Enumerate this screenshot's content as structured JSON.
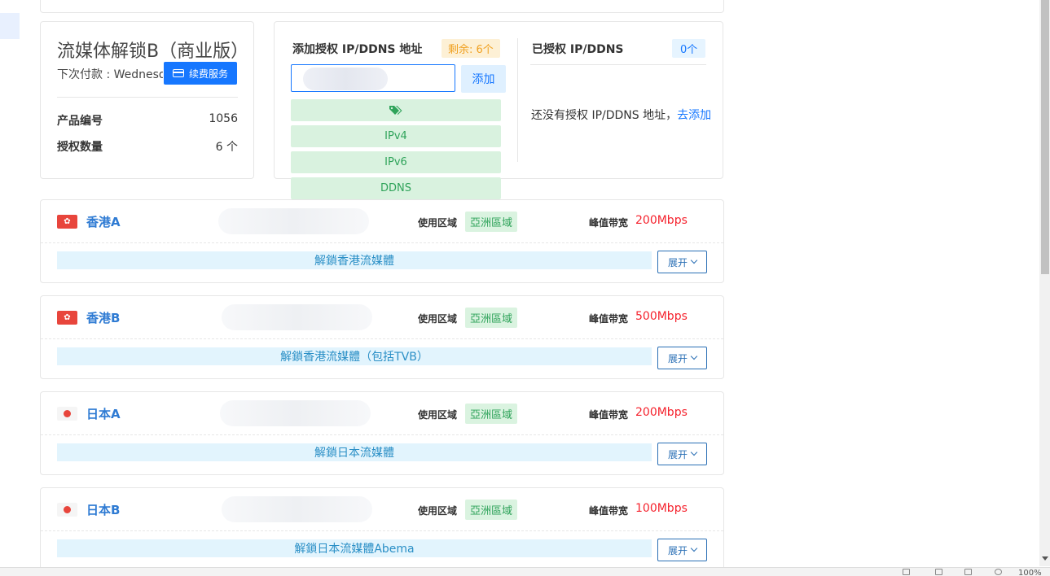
{
  "product": {
    "title": "流媒体解锁B（商业版）",
    "next_payment": "下次付款 : Wednesday",
    "renew_label": "续费服务",
    "rows": [
      {
        "label": "产品编号",
        "value": "1056"
      },
      {
        "label": "授权数量",
        "value": "6 个"
      }
    ]
  },
  "authorize": {
    "title": "添加授权 IP/DDNS 地址",
    "remaining": "剩余: 6个",
    "input_value": "",
    "add_label": "添加",
    "types": [
      "IPv4",
      "IPv6",
      "DDNS"
    ],
    "authorized_title": "已授权 IP/DDNS",
    "authorized_count": "0个",
    "empty_text": "还没有授权 IP/DDNS 地址，",
    "empty_link": "去添加"
  },
  "nodes": [
    {
      "name": "香港A",
      "flag": "hk-flag",
      "region_label": "使用区域",
      "region": "亞洲區域",
      "bw_label": "峰值带宽",
      "bw": "200Mbps",
      "unlock": "解鎖香港流媒體",
      "expand": "展开"
    },
    {
      "name": "香港B",
      "flag": "hk-flag",
      "region_label": "使用区域",
      "region": "亞洲區域",
      "bw_label": "峰值带宽",
      "bw": "500Mbps",
      "unlock": "解鎖香港流媒體（包括TVB）",
      "expand": "展开"
    },
    {
      "name": "日本A",
      "flag": "jp-flag",
      "region_label": "使用区域",
      "region": "亞洲區域",
      "bw_label": "峰值带宽",
      "bw": "200Mbps",
      "unlock": "解鎖日本流媒體",
      "expand": "展开"
    },
    {
      "name": "日本B",
      "flag": "jp-flag",
      "region_label": "使用区域",
      "region": "亞洲區域",
      "bw_label": "峰值带宽",
      "bw": "100Mbps",
      "unlock": "解鎖日本流媒體Abema",
      "expand": "展开"
    }
  ],
  "statusbar": {
    "zoom": "100%"
  },
  "colors": {
    "accent": "#1677ff",
    "success": "#2fa35a",
    "danger": "#f5222d",
    "warning": "#f0a020"
  }
}
